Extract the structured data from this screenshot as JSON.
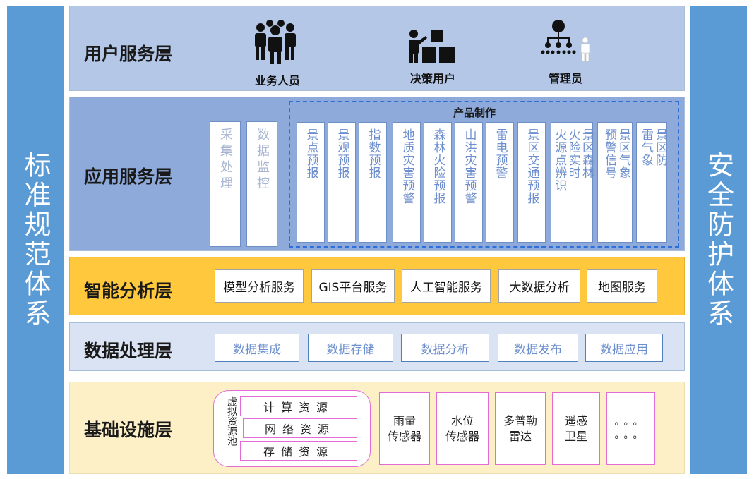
{
  "left_pillar": {
    "label": "标准规范体系"
  },
  "right_pillar": {
    "label": "安全防护体系"
  },
  "colors": {
    "pillar": "#5b9bd5",
    "user_band": "#b4c7e7",
    "app_band": "#8eaadb",
    "intel_band": "#ffc83d",
    "data_band": "#dae3f3",
    "infra_band": "#fdf0c7",
    "dashed_frame": "#2f6fd6",
    "pink_border": "#e26bd6"
  },
  "user_layer": {
    "title": "用户服务层",
    "users": [
      {
        "label": "业务人员",
        "icon": "group-people-icon"
      },
      {
        "label": "决策用户",
        "icon": "presenter-boxes-icon"
      },
      {
        "label": "管理员",
        "icon": "org-network-icon"
      }
    ]
  },
  "app_layer": {
    "title": "应用服务层",
    "standalone": [
      {
        "label": "采集处理"
      },
      {
        "label": "数据监控"
      }
    ],
    "product_group": {
      "title": "产品制作",
      "items": [
        {
          "label": "景点预报"
        },
        {
          "label": "景观预报"
        },
        {
          "label": "指数预报"
        },
        {
          "label": "地质灾害预警"
        },
        {
          "label": "森林火险预报"
        },
        {
          "label": "山洪灾害预警"
        },
        {
          "label": "雷电预警"
        },
        {
          "label": "景区交通预报"
        },
        {
          "cols": [
            "景区森林",
            "火险实时",
            "火源点辨识"
          ]
        },
        {
          "cols": [
            "景区气象",
            "预警信号"
          ]
        },
        {
          "cols": [
            "景区防",
            "雷气象"
          ]
        }
      ]
    }
  },
  "intel_layer": {
    "title": "智能分析层",
    "items": [
      "模型分析服务",
      "GIS平台服务",
      "人工智能服务",
      "大数据分析",
      "地图服务"
    ]
  },
  "data_layer": {
    "title": "数据处理层",
    "items": [
      "数据集成",
      "数据存储",
      "数据分析",
      "数据发布",
      "数据应用"
    ]
  },
  "infra_layer": {
    "title": "基础设施层",
    "pool": {
      "label": "虚拟资源池",
      "resources": [
        "计算资源",
        "网络资源",
        "存储资源"
      ]
    },
    "devices": [
      {
        "lines": [
          "雨量",
          "传感器"
        ]
      },
      {
        "lines": [
          "水位",
          "传感器"
        ]
      },
      {
        "lines": [
          "多普勒",
          "雷达"
        ]
      },
      {
        "lines": [
          "遥感",
          "卫星"
        ]
      }
    ],
    "ellipsis": {
      "lines": [
        "。。。",
        "。。。"
      ]
    }
  }
}
